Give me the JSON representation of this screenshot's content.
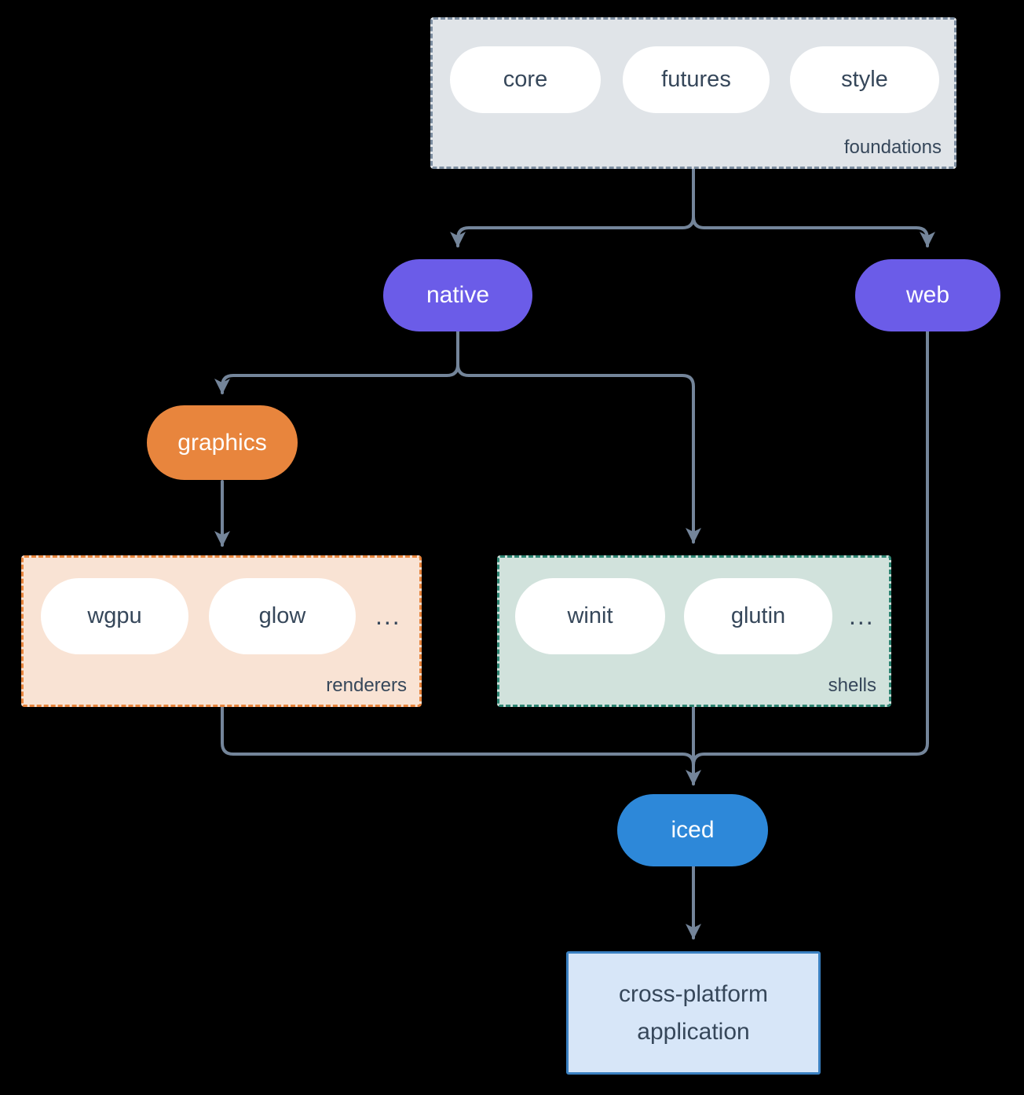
{
  "page": {
    "background": "#000000"
  },
  "colors": {
    "line": "#74859a",
    "text_dark": "#36475a",
    "pill_white": "#ffffff",
    "purple": "#6b5ce8",
    "orange": "#e8853d",
    "blue": "#2d88d9",
    "foundations_bg": "#e0e4e8",
    "foundations_border": "#7c8da0",
    "renderers_bg": "#f9e3d4",
    "renderers_border": "#e8853d",
    "shells_bg": "#d1e2dc",
    "shells_border": "#2e8573",
    "app_bg": "#d7e6f8",
    "app_border": "#3a80c1"
  },
  "diagram": {
    "foundations": {
      "label": "foundations",
      "pills": [
        "core",
        "futures",
        "style"
      ]
    },
    "native": {
      "label": "native"
    },
    "web": {
      "label": "web"
    },
    "graphics": {
      "label": "graphics"
    },
    "renderers": {
      "label": "renderers",
      "pills": [
        "wgpu",
        "glow"
      ],
      "more": "..."
    },
    "shells": {
      "label": "shells",
      "pills": [
        "winit",
        "glutin"
      ],
      "more": "..."
    },
    "iced": {
      "label": "iced"
    },
    "application": {
      "label": "cross-platform application"
    }
  }
}
